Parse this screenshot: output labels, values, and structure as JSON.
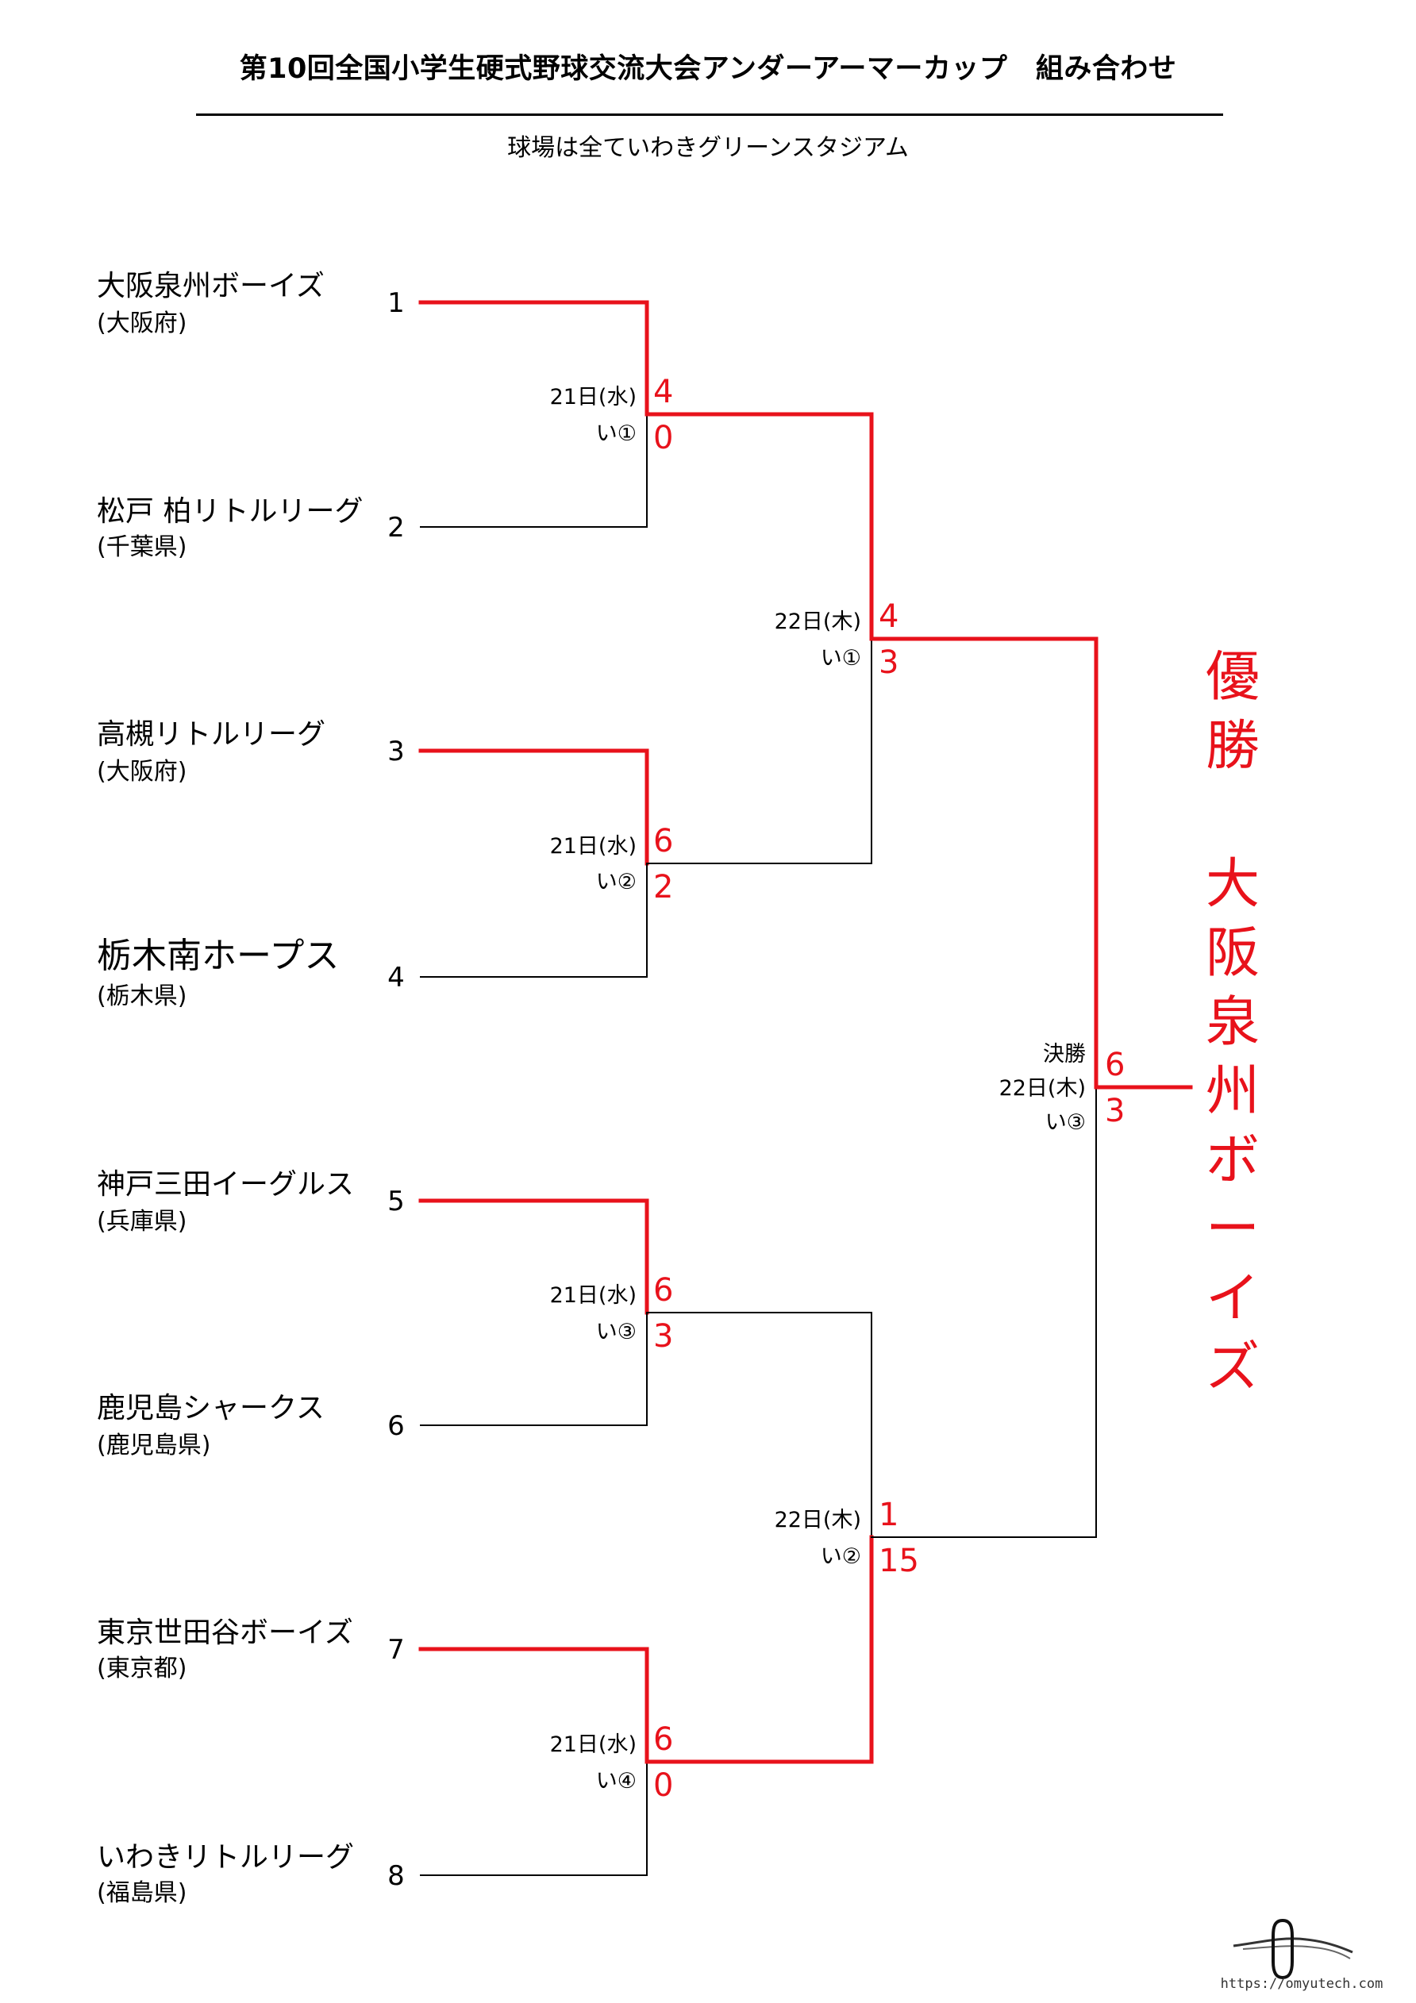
{
  "header": {
    "title": "第10回全国小学生硬式野球交流大会アンダーアーマーカップ　組み合わせ",
    "subtitle": "球場は全ていわきグリーンスタジアム"
  },
  "teams": [
    {
      "seed": "1",
      "name": "大阪泉州ボーイズ",
      "pref": "(大阪府)"
    },
    {
      "seed": "2",
      "name": "松戸 柏リトルリーグ",
      "pref": "(千葉県)"
    },
    {
      "seed": "3",
      "name": "高槻リトルリーグ",
      "pref": "(大阪府)"
    },
    {
      "seed": "4",
      "name": "栃木南ホープス",
      "pref": "(栃木県)"
    },
    {
      "seed": "5",
      "name": "神戸三田イーグルス",
      "pref": "(兵庫県)"
    },
    {
      "seed": "6",
      "name": "鹿児島シャークス",
      "pref": "(鹿児島県)"
    },
    {
      "seed": "7",
      "name": "東京世田谷ボーイズ",
      "pref": "(東京都)"
    },
    {
      "seed": "8",
      "name": "いわきリトルリーグ",
      "pref": "(福島県)"
    }
  ],
  "round1": [
    {
      "date": "21日(水)",
      "slot": "い①",
      "score_top": "4",
      "score_bottom": "0"
    },
    {
      "date": "21日(水)",
      "slot": "い②",
      "score_top": "6",
      "score_bottom": "2"
    },
    {
      "date": "21日(水)",
      "slot": "い③",
      "score_top": "6",
      "score_bottom": "3"
    },
    {
      "date": "21日(水)",
      "slot": "い④",
      "score_top": "6",
      "score_bottom": "0"
    }
  ],
  "semifinals": [
    {
      "date": "22日(木)",
      "slot": "い①",
      "score_top": "4",
      "score_bottom": "3"
    },
    {
      "date": "22日(木)",
      "slot": "い②",
      "score_top": "1",
      "score_bottom": "15"
    }
  ],
  "final": {
    "label": "決勝",
    "date": "22日(木)",
    "slot": "い③",
    "score_top": "6",
    "score_bottom": "3"
  },
  "champion": {
    "chars": [
      "優",
      "勝",
      "",
      "大",
      "阪",
      "泉",
      "州",
      "ボ",
      "ー",
      "イ",
      "ズ"
    ]
  },
  "footer": {
    "url": "https://omyutech.com"
  },
  "colors": {
    "winner_line": "#e8121b",
    "loser_line": "#000000",
    "score": "#e8121b"
  }
}
